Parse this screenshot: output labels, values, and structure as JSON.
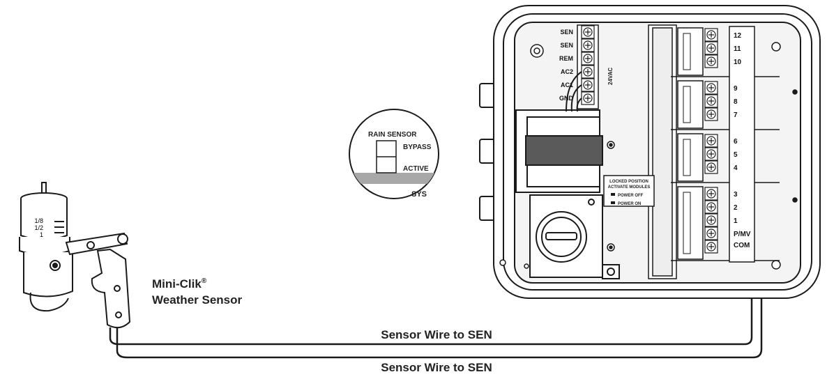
{
  "sensor": {
    "name": "Mini-Clik",
    "reg_mark": "®",
    "subtitle": "Weather Sensor",
    "rain_marks": [
      "1/8",
      "1/2",
      "1"
    ]
  },
  "wire_labels": [
    "Sensor Wire to SEN",
    "Sensor Wire to SEN"
  ],
  "switch_callout": {
    "title": "RAIN SENSOR",
    "bypass": "BYPASS",
    "active": "ACTIVE",
    "partial": "SYS"
  },
  "controller": {
    "terminals": [
      "SEN",
      "SEN",
      "REM",
      "AC2",
      "AC1",
      "GND"
    ],
    "voltage_label": "24VAC",
    "module_label_1": "LOCKED POSITION",
    "module_label_2": "ACTIVATE MODULES",
    "power_off": "POWER OFF",
    "power_on": "POWER ON",
    "zones": [
      "12",
      "11",
      "10",
      "9",
      "8",
      "7",
      "6",
      "5",
      "4",
      "3",
      "2",
      "1"
    ],
    "pmv": "P/MV",
    "com": "COM"
  }
}
